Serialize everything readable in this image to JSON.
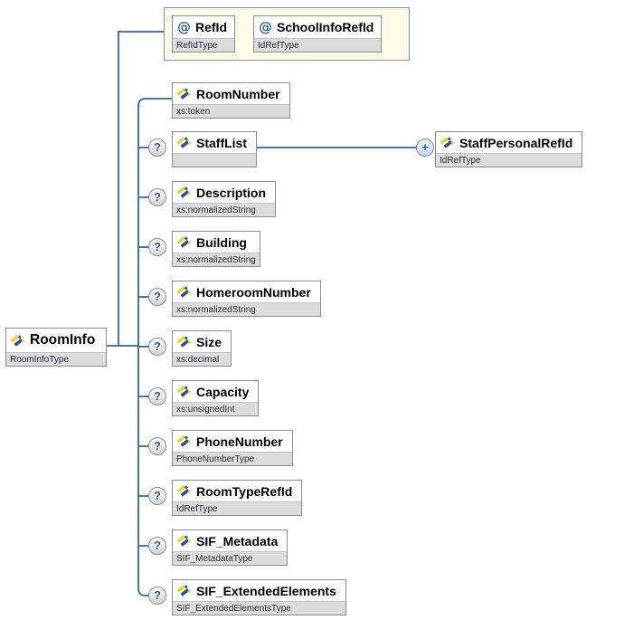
{
  "diagram": {
    "root": {
      "name": "RoomInfo",
      "type": "RoomInfoType"
    },
    "attributes": [
      {
        "name": "RefId",
        "type": "RefIdType"
      },
      {
        "name": "SchoolInfoRefId",
        "type": "IdRefType"
      }
    ],
    "children": [
      {
        "name": "RoomNumber",
        "type": "xs:token"
      },
      {
        "name": "StaffList",
        "type": ""
      },
      {
        "name": "Description",
        "type": "xs:normalizedString"
      },
      {
        "name": "Building",
        "type": "xs:normalizedString"
      },
      {
        "name": "HomeroomNumber",
        "type": "xs:normalizedString"
      },
      {
        "name": "Size",
        "type": "xs:decimal"
      },
      {
        "name": "Capacity",
        "type": "xs:unsignedInt"
      },
      {
        "name": "PhoneNumber",
        "type": "PhoneNumberType"
      },
      {
        "name": "RoomTypeRefId",
        "type": "IdRefType"
      },
      {
        "name": "SIF_Metadata",
        "type": "SIF_MetadataType"
      },
      {
        "name": "SIF_ExtendedElements",
        "type": "SIF_ExtendedElementsType"
      }
    ],
    "staff_child": {
      "name": "StaffPersonalRefId",
      "type": "IdRefType"
    },
    "badges": {
      "optional": "?",
      "repeat": "+",
      "attribute": "@"
    },
    "colors": {
      "connector": "#336699",
      "group_fill": "#fffbe9",
      "group_border": "#7d93ab",
      "node_border": "#8c8c8c",
      "type_strip": "#dcdcdc",
      "icon_yellow": "#e6d33f",
      "icon_navy": "#2d4f8a",
      "badge_text": "#2d6398"
    }
  }
}
